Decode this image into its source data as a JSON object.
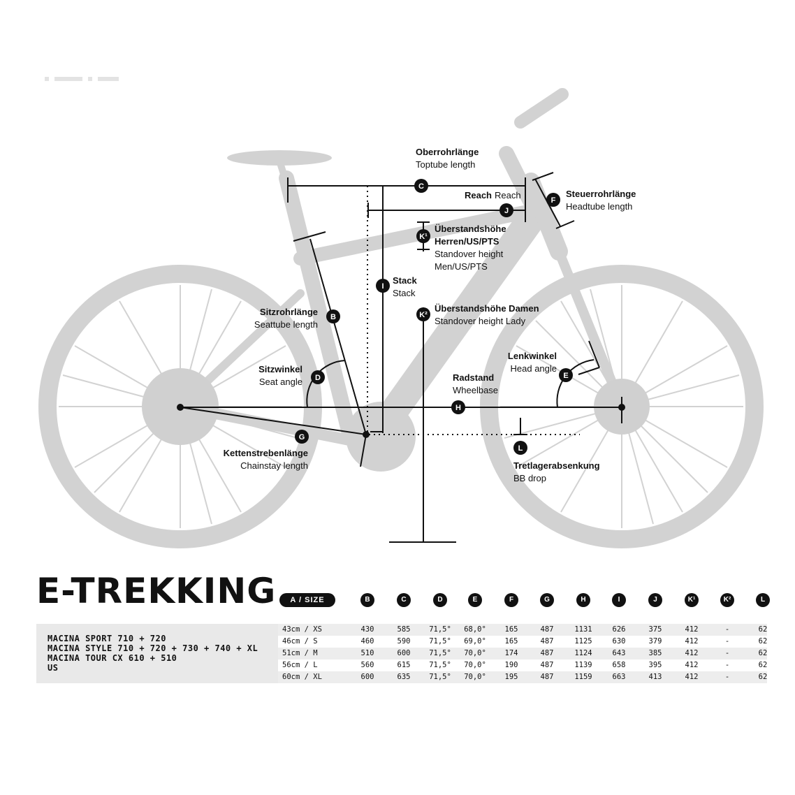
{
  "category_title": "E-TREKKING",
  "models": [
    "MACINA SPORT 710 + 720",
    "MACINA STYLE 710 + 720 + 730 + 740 + XL",
    "MACINA TOUR CX 610 + 510",
    "US"
  ],
  "table": {
    "headers": [
      "A / SIZE",
      "B",
      "C",
      "D",
      "E",
      "F",
      "G",
      "H",
      "I",
      "J",
      "K¹",
      "K²",
      "L"
    ],
    "rows": [
      [
        "43cm / XS",
        "430",
        "585",
        "71,5°",
        "68,0°",
        "165",
        "487",
        "1131",
        "626",
        "375",
        "412",
        "-",
        "62"
      ],
      [
        "46cm / S",
        "460",
        "590",
        "71,5°",
        "69,0°",
        "165",
        "487",
        "1125",
        "630",
        "379",
        "412",
        "-",
        "62"
      ],
      [
        "51cm / M",
        "510",
        "600",
        "71,5°",
        "70,0°",
        "174",
        "487",
        "1124",
        "643",
        "385",
        "412",
        "-",
        "62"
      ],
      [
        "56cm / L",
        "560",
        "615",
        "71,5°",
        "70,0°",
        "190",
        "487",
        "1139",
        "658",
        "395",
        "412",
        "-",
        "62"
      ],
      [
        "60cm / XL",
        "600",
        "635",
        "71,5°",
        "70,0°",
        "195",
        "487",
        "1159",
        "663",
        "413",
        "412",
        "-",
        "62"
      ]
    ]
  },
  "diagram": {
    "oberrohr": {
      "badge": "C",
      "de": "Oberrohrlänge",
      "en": "Toptube length"
    },
    "reach": {
      "badge": "J",
      "de": "Reach",
      "en": "Reach"
    },
    "steuerrohr": {
      "badge": "F",
      "de": "Steuerrohrlänge",
      "en": "Headtube length"
    },
    "standover_men": {
      "badge": "K¹",
      "de1": "Überstandshöhe",
      "de2": "Herren/US/PTS",
      "en1": "Standover height",
      "en2": "Men/US/PTS"
    },
    "stack": {
      "badge": "I",
      "de": "Stack",
      "en": "Stack"
    },
    "sitzrohr": {
      "badge": "B",
      "de": "Sitzrohrlänge",
      "en": "Seattube length"
    },
    "standover_lady": {
      "badge": "K²",
      "de": "Überstandshöhe Damen",
      "en": "Standover height Lady"
    },
    "lenkwinkel": {
      "badge": "E",
      "de": "Lenkwinkel",
      "en": "Head angle"
    },
    "sitzwinkel": {
      "badge": "D",
      "de": "Sitzwinkel",
      "en": "Seat angle"
    },
    "radstand": {
      "badge": "H",
      "de": "Radstand",
      "en": "Wheelbase"
    },
    "kettenstreben": {
      "badge": "G",
      "de": "Kettenstrebenlänge",
      "en": "Chainstay length"
    },
    "tretlager": {
      "badge": "L",
      "de": "Tretlagerabsenkung",
      "en": "BB drop"
    }
  }
}
